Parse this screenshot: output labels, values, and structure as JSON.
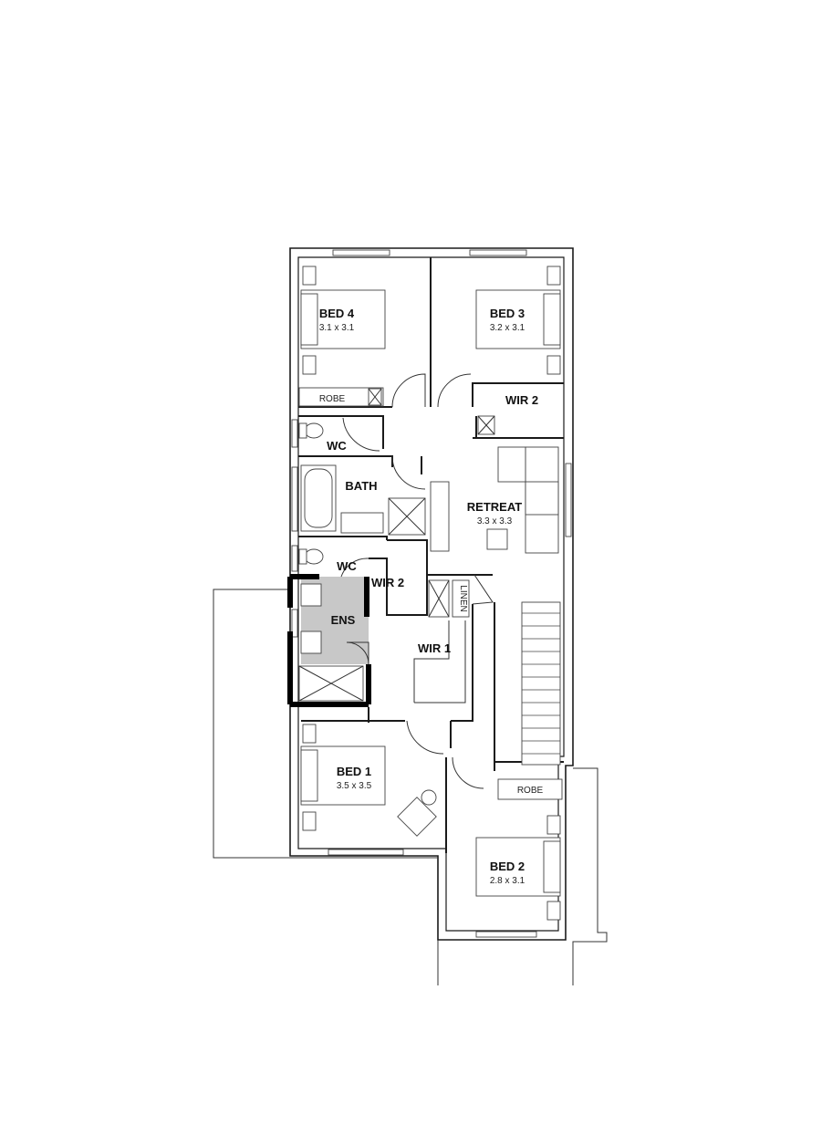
{
  "rooms": {
    "bed4": {
      "name": "BED 4",
      "size": "3.1 x 3.1"
    },
    "bed3": {
      "name": "BED 3",
      "size": "3.2 x 3.1"
    },
    "wir2_upper": {
      "name": "WIR 2"
    },
    "wc_upper": {
      "name": "WC"
    },
    "bath": {
      "name": "BATH"
    },
    "retreat": {
      "name": "RETREAT",
      "size": "3.3 x 3.3"
    },
    "wc_lower": {
      "name": "WC"
    },
    "wir2_lower": {
      "name": "WIR 2"
    },
    "ens": {
      "name": "ENS"
    },
    "wir1": {
      "name": "WIR 1"
    },
    "bed1": {
      "name": "BED 1",
      "size": "3.5 x 3.5"
    },
    "bed2": {
      "name": "BED 2",
      "size": "2.8 x 3.1"
    }
  },
  "fixtures": {
    "robe_upper": "ROBE",
    "robe_lower": "ROBE",
    "linen": "LINEN"
  },
  "colors": {
    "wall": "#1a1a1a",
    "ensuite_fill": "#c8c8c8",
    "background": "#ffffff"
  }
}
